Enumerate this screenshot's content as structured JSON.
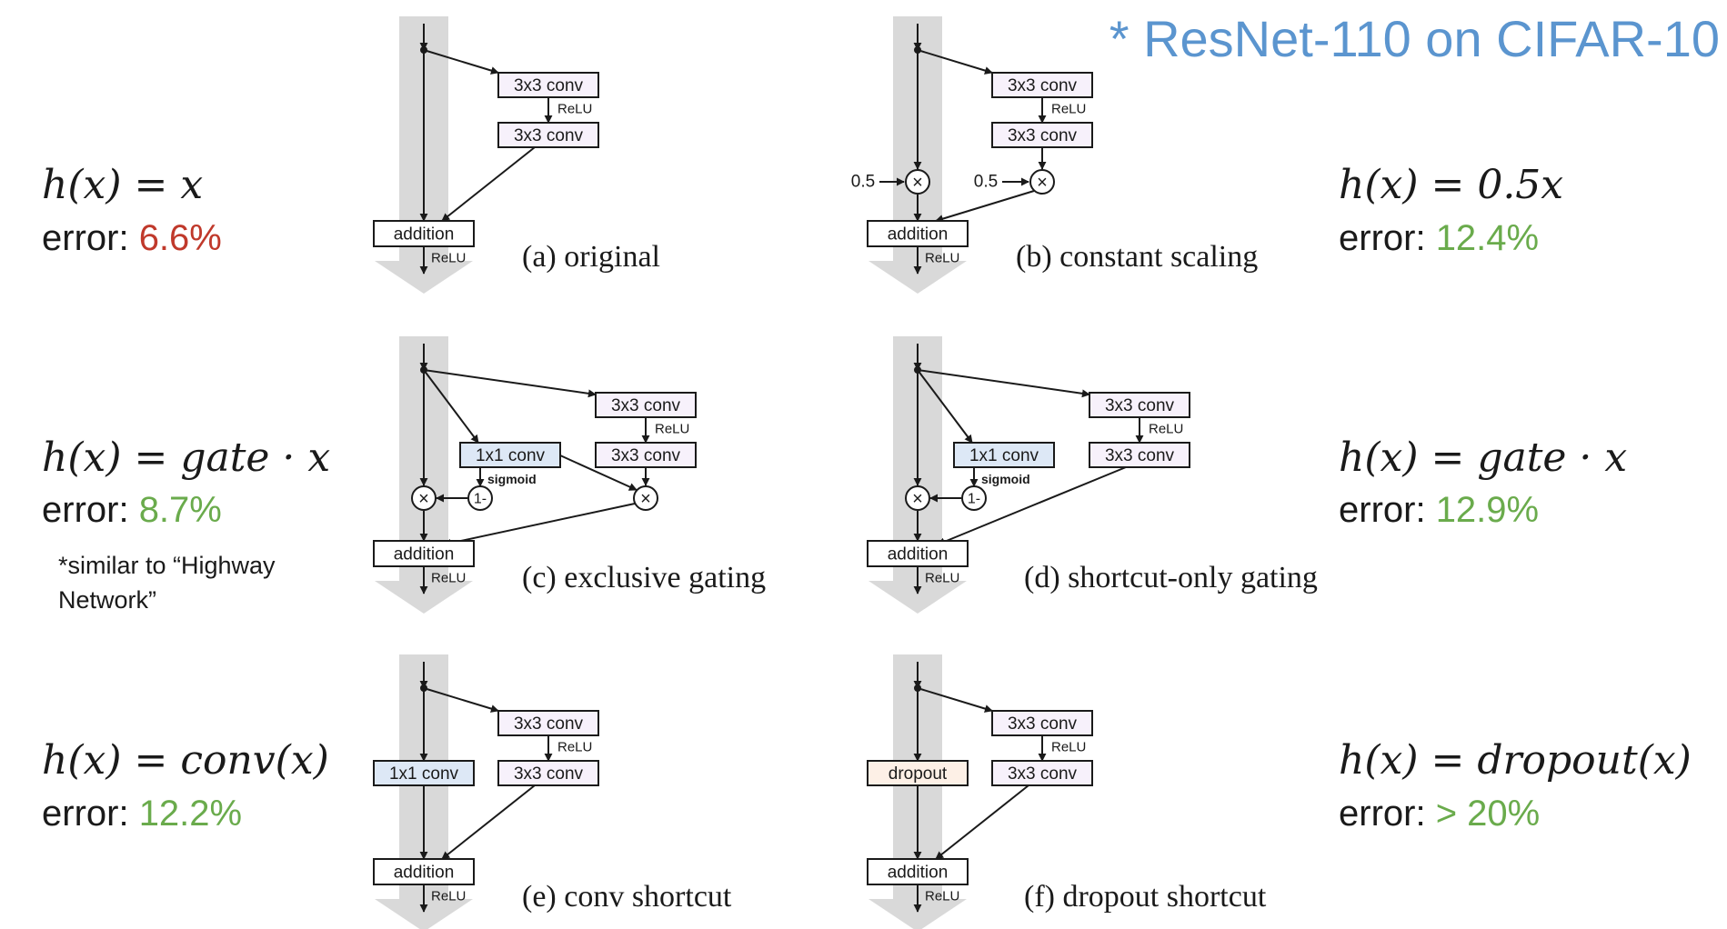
{
  "title": "* ResNet-110 on CIFAR-10",
  "colors": {
    "title": "#5b95cf",
    "best": "#c0392b",
    "worse": "#6aab4c",
    "conv1x1": "#dde8f6",
    "dropout": "#fdf0e6",
    "conv3x3": "#f7f1fb",
    "trunk": "#d9d9d9"
  },
  "labels": {
    "conv3x3": "3x3 conv",
    "conv1x1": "1x1 conv",
    "dropout": "dropout",
    "addition": "addition",
    "relu": "ReLU",
    "sigmoid": "sigmoid",
    "one_minus": "1-",
    "times": "×",
    "scale": "0.5"
  },
  "variants": [
    {
      "caption": "(a) original",
      "formula": "h(x) = x",
      "error_label": "error: ",
      "error": "6.6%"
    },
    {
      "caption": "(b) constant scaling",
      "formula": "h(x) = 0.5x",
      "error_label": "error: ",
      "error": "12.4%"
    },
    {
      "caption": "(c) exclusive gating",
      "formula": "h(x) = gate · x",
      "error_label": "error: ",
      "error": "8.7%",
      "note": "*similar to “Highway Network”"
    },
    {
      "caption": "(d) shortcut-only gating",
      "formula": "h(x) = gate · x",
      "error_label": "error: ",
      "error": "12.9%"
    },
    {
      "caption": "(e) conv shortcut",
      "formula": "h(x) = conv(x)",
      "error_label": "error: ",
      "error": "12.2%"
    },
    {
      "caption": "(f) dropout shortcut",
      "formula": "h(x) = dropout(x)",
      "error_label": "error: ",
      "error": "> 20%"
    }
  ]
}
